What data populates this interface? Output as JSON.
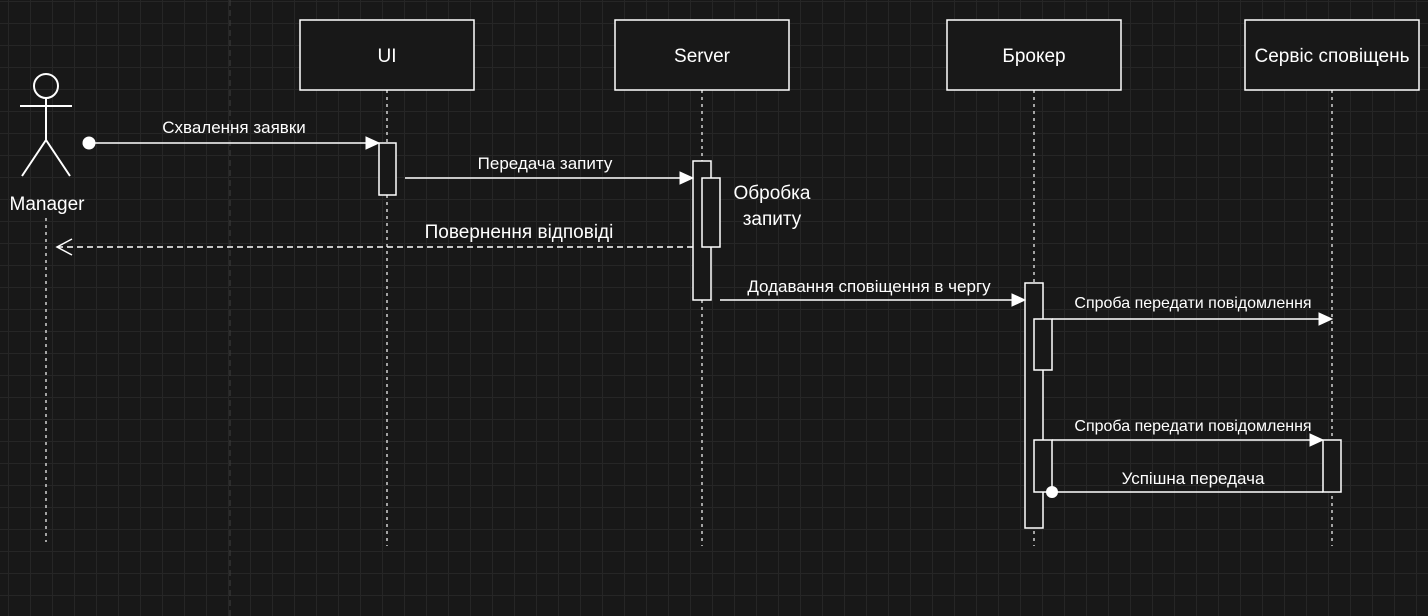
{
  "actor": {
    "label": "Manager"
  },
  "participants": {
    "ui": "UI",
    "server": "Server",
    "broker": "Брокер",
    "notify": "Сервіс сповіщень"
  },
  "messages": {
    "approve": "Схвалення заявки",
    "forward": "Передача запиту",
    "process": [
      "Обробка",
      "запиту"
    ],
    "reply": "Повернення відповіді",
    "enqueue": "Додавання сповіщення в чергу",
    "attempt1": "Спроба передати повідомлення",
    "attempt2": "Спроба передати повідомлення",
    "success": "Успішна передача"
  },
  "colors": {
    "background": "#181818",
    "grid": "#262626",
    "foreground": "#ffffff"
  }
}
